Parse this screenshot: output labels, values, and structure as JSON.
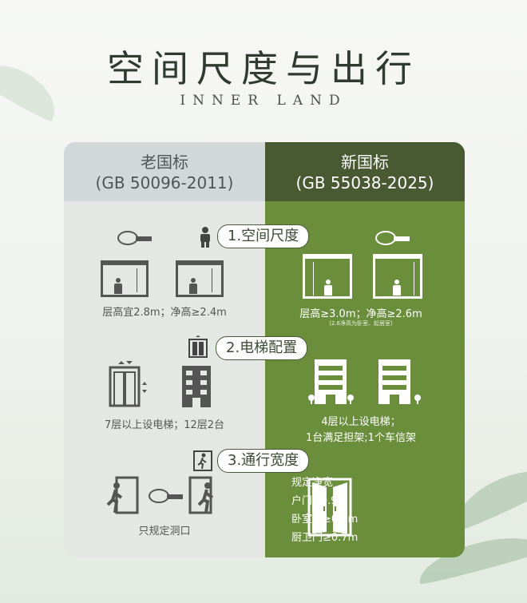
{
  "header": {
    "title": "空间尺度与出行",
    "subtitle": "INNER LAND"
  },
  "columns": {
    "old": {
      "label": "老国标",
      "code": "(GB 50096-2011)"
    },
    "new": {
      "label": "新国标",
      "code": "(GB 55038-2025)"
    }
  },
  "sections": [
    {
      "label": "1.空间尺度",
      "icon": "person-icon",
      "old_text": "层高宜2.8m；净高≥2.4m",
      "new_text": "层高≥3.0m；净高≥2.6m",
      "new_note": "(2.6净高为卧室、起居室)"
    },
    {
      "label": "2.电梯配置",
      "icon": "elevator-icon",
      "old_text": "7层以上设电梯；12层2台",
      "new_text_1": "4层以上设电梯；",
      "new_text_2": "1台满足担架;1个车信架"
    },
    {
      "label": "3.通行宽度",
      "icon": "exit-door-icon",
      "old_text": "只规定洞口",
      "new_list": [
        "规定净宽",
        "户门≥0.9m",
        "卧室门≥0.8m",
        "厨卫门≥0.7m"
      ]
    }
  ],
  "colors": {
    "old_bg": "#e5e7e4",
    "old_head": "#d2d8da",
    "new_bg": "#6b8e3c",
    "new_head": "#495a33"
  }
}
